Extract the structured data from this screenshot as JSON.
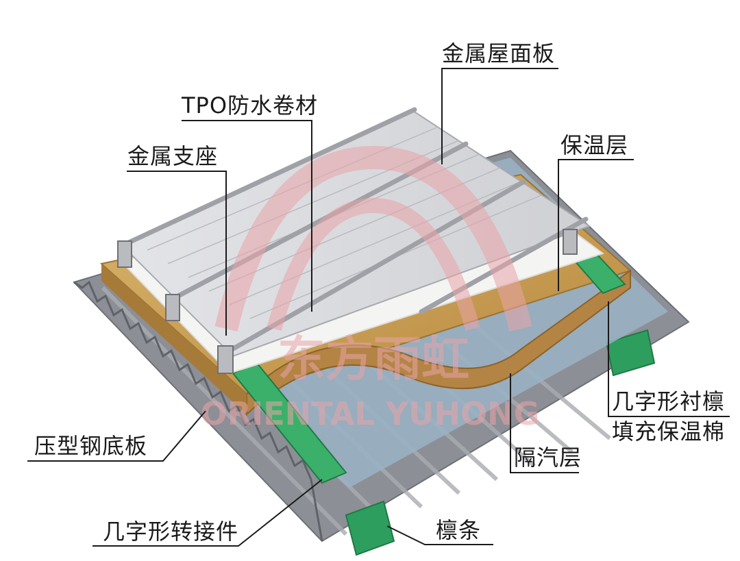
{
  "labels": {
    "metal_roof_panel": "金属屋面板",
    "tpo_membrane": "TPO防水卷材",
    "metal_support": "金属支座",
    "insulation_layer": "保温层",
    "hat_purlin_liner": "几字形衬檩",
    "fill_insulation_wool": "填充保温棉",
    "profiled_steel_deck": "压型钢底板",
    "vapor_barrier": "隔汽层",
    "hat_adapter": "几字形转接件",
    "purlin": "檩条"
  },
  "watermark": {
    "cn": "东方雨虹",
    "en": "ORIENTAL YUHONG"
  },
  "colors": {
    "steel_deck": "#8c8f95",
    "vapor_barrier": "#9ab3c6",
    "insulation": "#c7a15a",
    "tpo": "#f4f4f2",
    "roof_panel": "#d8d9dc",
    "green_purlin": "#2e9e5e",
    "watermark": "#e9a4a8"
  }
}
